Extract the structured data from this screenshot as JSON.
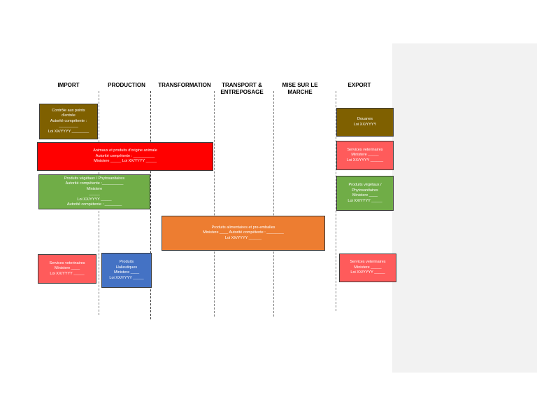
{
  "columns": [
    {
      "label": "IMPORT"
    },
    {
      "label": "PRODUCTION"
    },
    {
      "label": "TRANSFORMATION"
    },
    {
      "label": "TRANSPORT &\nENTREPOSAGE"
    },
    {
      "label": "MISE SUR LE\nMARCHE"
    },
    {
      "label": "EXPORT"
    }
  ],
  "boxes": {
    "controle": [
      "Contrôle aux points",
      "d'entrée",
      "Autorité compétente :",
      "_________",
      "Loi XX/YYYY ________"
    ],
    "animaux": [
      "Animaux et produits d'origine animale",
      "Autorité compétente : __________",
      "Ministere _____ Loi XX/YYYY _____"
    ],
    "vegetaux_import": [
      "Produits végétaux / Phytosanitaires",
      "Autorité compétente :__________",
      "Ministere",
      "_____",
      "Loi XX/YYYY _____",
      "Autorité compétente : ________"
    ],
    "alimentaires": [
      "Produits alimentaires et pre-emballes",
      "Ministere ____ Autorité compétente : ________",
      "Loi XX/YYYY ______"
    ],
    "services_import": [
      "Services veterinaires",
      "Ministere ____",
      "Loi XX/YYYY _____"
    ],
    "halieutiques": [
      "Produits",
      "Halieutiques",
      "Ministere ____",
      "Loi XX/YYYY _____"
    ],
    "douanes": [
      "Douanes",
      "Loi XX/YYYY"
    ],
    "services_export_top": [
      "Services veterinaires",
      "Ministere _____",
      "Loi XX/YYYY ______"
    ],
    "vegetaux_export": [
      "Produits végétaux /",
      "Phytosanitaires",
      "Ministere ____",
      "Loi XX/YYYY _____"
    ],
    "services_export_bottom": [
      "Services veterinaires",
      "Ministere _____",
      "Loi XX/YYYY _____"
    ]
  },
  "colors": {
    "olive": "#7f6000",
    "red": "#ff0000",
    "salmon": "#ff5b5b",
    "green": "#70ad47",
    "orange": "#ed7d31",
    "blue": "#4472c4",
    "panel": "#f2f2f2"
  }
}
